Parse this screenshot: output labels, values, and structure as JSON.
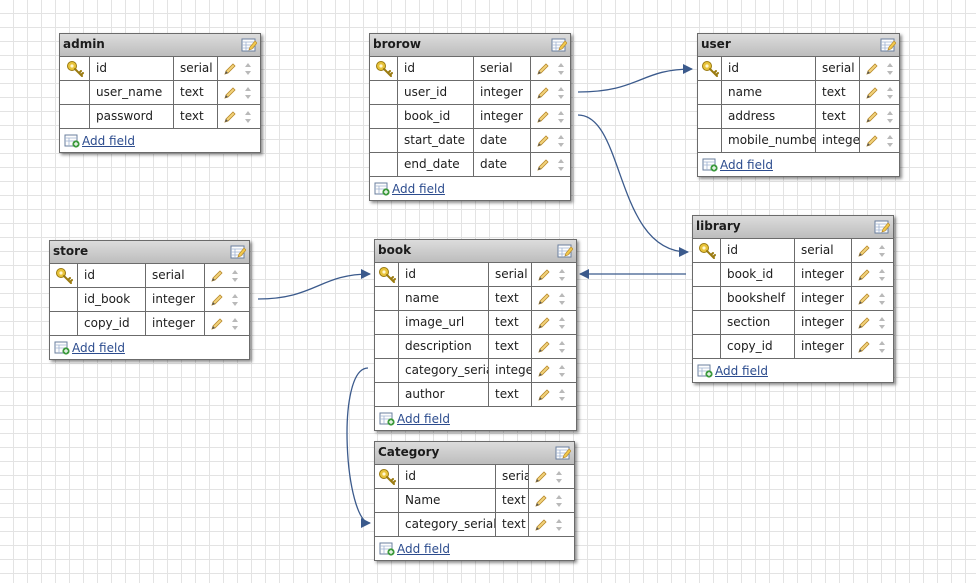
{
  "add_field_label": "Add field",
  "colors": {
    "connector": "#3b5a8c",
    "link": "#2c4c8e",
    "header": "#c8c8c8"
  },
  "icons": {
    "key": "key-icon",
    "edit": "edit-table-icon",
    "pencil": "pencil-icon",
    "order": "up-down-arrows-icon",
    "add": "add-field-icon"
  },
  "tables": [
    {
      "title": "admin",
      "fields": [
        {
          "name": "id",
          "type": "serial",
          "pk": true
        },
        {
          "name": "user_name",
          "type": "text"
        },
        {
          "name": "password",
          "type": "text"
        }
      ]
    },
    {
      "title": "brorow",
      "fields": [
        {
          "name": "id",
          "type": "serial",
          "pk": true
        },
        {
          "name": "user_id",
          "type": "integer"
        },
        {
          "name": "book_id",
          "type": "integer"
        },
        {
          "name": "start_date",
          "type": "date"
        },
        {
          "name": "end_date",
          "type": "date"
        }
      ]
    },
    {
      "title": "user",
      "fields": [
        {
          "name": "id",
          "type": "serial",
          "pk": true
        },
        {
          "name": "name",
          "type": "text"
        },
        {
          "name": "address",
          "type": "text"
        },
        {
          "name": "mobile_number",
          "type": "integer"
        }
      ]
    },
    {
      "title": "library",
      "fields": [
        {
          "name": "id",
          "type": "serial",
          "pk": true
        },
        {
          "name": "book_id",
          "type": "integer"
        },
        {
          "name": "bookshelf",
          "type": "integer"
        },
        {
          "name": "section",
          "type": "integer"
        },
        {
          "name": "copy_id",
          "type": "integer"
        }
      ]
    },
    {
      "title": "store",
      "fields": [
        {
          "name": "id",
          "type": "serial",
          "pk": true
        },
        {
          "name": "id_book",
          "type": "integer"
        },
        {
          "name": "copy_id",
          "type": "integer"
        }
      ]
    },
    {
      "title": "book",
      "fields": [
        {
          "name": "id",
          "type": "serial",
          "pk": true
        },
        {
          "name": "name",
          "type": "text"
        },
        {
          "name": "image_url",
          "type": "text"
        },
        {
          "name": "description",
          "type": "text"
        },
        {
          "name": "category_serial",
          "type": "integer"
        },
        {
          "name": "author",
          "type": "text"
        }
      ]
    },
    {
      "title": "Category",
      "fields": [
        {
          "name": "id",
          "type": "serial",
          "pk": true
        },
        {
          "name": "Name",
          "type": "text"
        },
        {
          "name": "category_serial",
          "type": "text"
        }
      ]
    }
  ]
}
